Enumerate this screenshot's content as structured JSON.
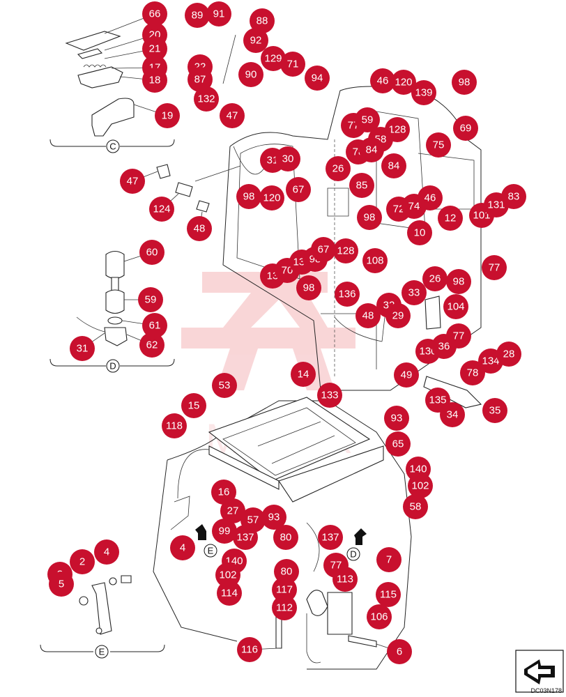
{
  "drawing_code": "DC03N178",
  "watermark": "MHTEX",
  "colors": {
    "callout": "#c8102e",
    "watermark": "#e0202a",
    "line": "#222222"
  },
  "section_labels": [
    "C",
    "D",
    "E",
    "D",
    "E"
  ],
  "callouts": [
    "66",
    "20",
    "21",
    "17",
    "18",
    "19",
    "89",
    "91",
    "88",
    "92",
    "22",
    "87",
    "90",
    "129",
    "71",
    "94",
    "132",
    "47",
    "46",
    "120",
    "139",
    "98",
    "77",
    "59",
    "128",
    "58",
    "69",
    "75",
    "78",
    "84",
    "31",
    "30",
    "26",
    "84",
    "85",
    "67",
    "98",
    "120",
    "47",
    "124",
    "48",
    "60",
    "59",
    "61",
    "31",
    "62",
    "72",
    "74",
    "46",
    "12",
    "101",
    "131",
    "83",
    "10",
    "98",
    "77",
    "128",
    "108",
    "13",
    "70",
    "131",
    "98",
    "67",
    "98",
    "136",
    "26",
    "98",
    "33",
    "32",
    "104",
    "48",
    "29",
    "130",
    "36",
    "77",
    "134",
    "28",
    "78",
    "49",
    "135",
    "34",
    "35",
    "53",
    "14",
    "133",
    "15",
    "118",
    "93",
    "65",
    "140",
    "102",
    "58",
    "16",
    "27",
    "57",
    "93",
    "137",
    "99",
    "80",
    "137",
    "4",
    "140",
    "102",
    "80",
    "77",
    "113",
    "7",
    "114",
    "117",
    "115",
    "112",
    "106",
    "116",
    "6",
    "4",
    "2",
    "3",
    "5"
  ]
}
